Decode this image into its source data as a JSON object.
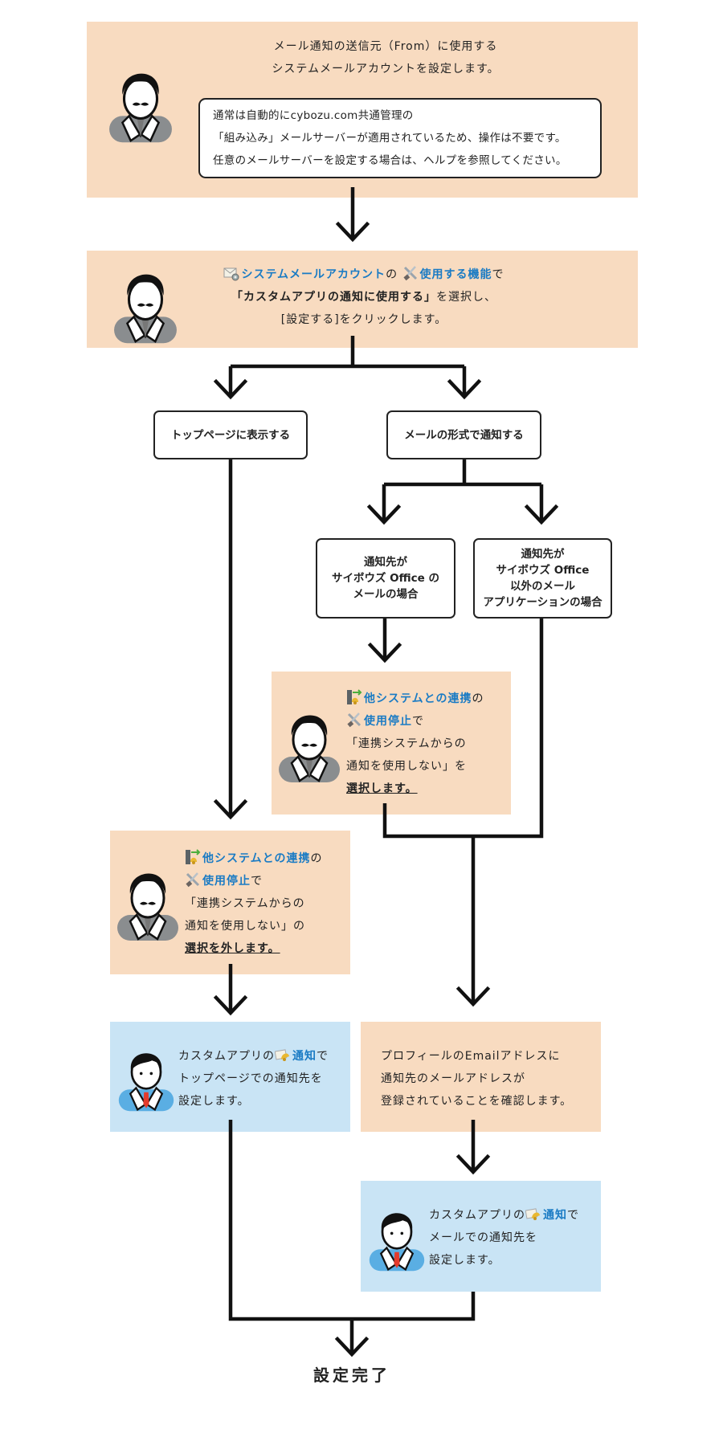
{
  "step1": {
    "heading": [
      "メール通知の送信元（From）に使用する",
      "システムメールアカウントを設定します。"
    ],
    "bubble": [
      "通常は自動的にcybozu.com共通管理の",
      "「組み込み」メールサーバーが適用されているため、操作は不要です。",
      "任意のメールサーバーを設定する場合は、ヘルプを参照してください。"
    ]
  },
  "step2": {
    "link1": "システムメールアカウント",
    "of": "の",
    "link2": "使用する機能",
    "de": "で",
    "bold": "「カスタムアプリの通知に使用する」",
    "rest": "を選択し、",
    "line3": "[設定する]をクリックします。"
  },
  "branch": {
    "top_page": "トップページに表示する",
    "mail_format": "メールの形式で通知する",
    "office_mail": [
      "通知先が",
      "サイボウズ Office の",
      "メールの場合"
    ],
    "other_mail": [
      "通知先が",
      "サイボウズ Office",
      "以外のメール",
      "アプリケーションの場合"
    ]
  },
  "step_office": {
    "link1": "他システムとの連携",
    "of": "の",
    "link2": "使用停止",
    "de": "で",
    "line3": "「連携システムからの",
    "line4": "通知を使用しない」を",
    "action": "選択します。"
  },
  "step_toppage": {
    "link1": "他システムとの連携",
    "of": "の",
    "link2": "使用停止",
    "de": "で",
    "line3": "「連携システムからの",
    "line4": "通知を使用しない」の",
    "action": "選択を外します。"
  },
  "step_app_top": {
    "pre": "カスタムアプリの",
    "link": "通知",
    "de": "で",
    "line2": "トップページでの通知先を",
    "line3": "設定します。"
  },
  "step_profile": {
    "lines": [
      "プロフィールのEmailアドレスに",
      "通知先のメールアドレスが",
      "登録されていることを確認します。"
    ]
  },
  "step_app_mail": {
    "pre": "カスタムアプリの",
    "link": "通知",
    "de": "で",
    "line2": "メールでの通知先を",
    "line3": "設定します。"
  },
  "final": "設定完了",
  "colors": {
    "peach": "#f8dbc0",
    "blue": "#c9e4f5",
    "link": "#1a7bc4"
  }
}
